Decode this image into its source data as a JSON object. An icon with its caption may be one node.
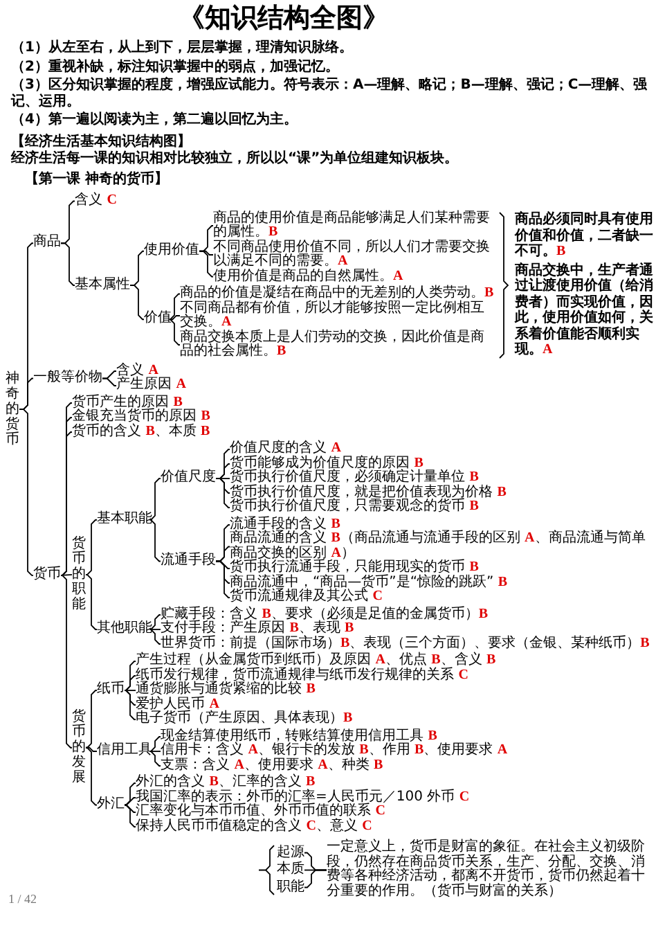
{
  "diagram": {
    "title": "《知识结构全图》",
    "nodes": [
      {
        "text": [
          "神奇的货币"
        ]
      },
      {
        "text": [
          "商品"
        ]
      },
      {
        "text": [
          "含义 **C**"
        ]
      },
      {
        "text": [
          "基本属性"
        ]
      },
      {
        "text": [
          "使用价值"
        ]
      },
      {
        "text": [
          "商品的使用价值是商品能够满足人们某种需要的属性。**B**"
        ]
      },
      {
        "text": [
          "不同商品使用价值不同，所以人们才需要交换以满足不同的需要。**A**"
        ]
      },
      {
        "text": [
          "使用价值是商品的自然属性。**A**"
        ]
      },
      {
        "text": [
          "价值"
        ]
      },
      {
        "text": [
          "商品的价值是凝结在商品中的无差别的人类劳动。**B**"
        ]
      },
      {
        "text": [
          "不同商品都有价值，所以才能够按照一定比例相互交换。**A**"
        ]
      },
      {
        "text": [
          "商品交换本质上是人们劳动的交换，因此价值是商品的社会属性。**B**"
        ]
      },
      {
        "text": [
          "一般等价物"
        ]
      },
      {
        "text": [
          "含义 **A**"
        ]
      },
      {
        "text": [
          "产生原因 **A**"
        ]
      },
      {
        "text": [
          "货币"
        ]
      },
      {
        "text": [
          "货币产生的原因 **B**"
        ]
      },
      {
        "text": [
          "金银充当货币的原因 **B**"
        ]
      },
      {
        "text": [
          "货币的含义 **B**、本质 **B**"
        ]
      },
      {
        "text": [
          "货币的职能"
        ]
      },
      {
        "text": [
          "基本职能"
        ]
      },
      {
        "text": [
          "价值尺度"
        ]
      },
      {
        "text": [
          "价值尺度的含义 **A**"
        ]
      },
      {
        "text": [
          "货币能够成为价值尺度的原因 **B**"
        ]
      },
      {
        "text": [
          "货币执行价值尺度，必须确定计量单位 **B**"
        ]
      },
      {
        "text": [
          "货币执行价值尺度，就是把价值表现为价格 **B**"
        ]
      },
      {
        "text": [
          "货币执行价值尺度，只需要观念的货币 **B**"
        ]
      },
      {
        "text": [
          "流通手段"
        ]
      },
      {
        "text": [
          "流通手段的含义 **B**"
        ]
      },
      {
        "text": [
          "商品流通的含义 **B**（商品流通与流通手段的区别 **A**、商品流通与简单商品交换的区别 **A**）"
        ]
      },
      {
        "text": [
          "货币执行流通手段，只能用现实的货币 **B**"
        ]
      },
      {
        "text": [
          "商品流通中，“商品—货币”是“惊险的跳跃” **B**"
        ]
      },
      {
        "text": [
          "货币流通规律及其公式 **C**"
        ]
      },
      {
        "text": [
          "其他职能"
        ]
      },
      {
        "text": [
          "贮藏手段：含义 **B**、要求（必须是足值的金属货币）**B**"
        ]
      },
      {
        "text": [
          "支付手段：产生原因 **B**、表现 **B**"
        ]
      },
      {
        "text": [
          "世界货币：前提（国际市场）**B**、表现（三个方面）、要求（金银、某种纸币）**B**"
        ]
      },
      {
        "text": [
          "货币的发展"
        ]
      },
      {
        "text": [
          "纸币"
        ]
      },
      {
        "text": [
          "产生过程（从金属货币到纸币）及原因 **A**、优点 **B**、含义 **B**"
        ]
      },
      {
        "text": [
          "纸币发行规律，货币流通规律与纸币发行规律的关系 **C**"
        ]
      },
      {
        "text": [
          "通货膨胀与通货紧缩的比较 **B**"
        ]
      },
      {
        "text": [
          "爱护人民币 **A**"
        ]
      },
      {
        "text": [
          "电子货币（产生原因、具体表现）**B**"
        ]
      },
      {
        "text": [
          "信用工具"
        ]
      },
      {
        "text": [
          "现金结算使用纸币，转账结算使用信用工具 **B**"
        ]
      },
      {
        "text": [
          "信用卡：含义 **A**、银行卡的发放 **B**、作用 **B**、使用要求 **A**"
        ]
      },
      {
        "text": [
          "支票：含义 **A**、使用要求 **A**、种类 **B**"
        ]
      },
      {
        "text": [
          "外汇"
        ]
      },
      {
        "text": [
          "外汇的含义 **B**、汇率的含义 **B**"
        ]
      },
      {
        "text": [
          "我国汇率的表示：外币的汇率=人民币元／100 外币 **C**"
        ]
      },
      {
        "text": [
          "汇率变化与本币币值、外币币值的联系 **C**"
        ]
      },
      {
        "text": [
          "保持人民币币值稳定的含义 **C**、意义 **C**"
        ]
      },
      {
        "text": [
          "起源"
        ]
      },
      {
        "text": [
          "本质"
        ]
      },
      {
        "text": [
          "职能"
        ]
      },
      {
        "text": [
          "一定意义上，货币是财富的象征。在社会主义初级阶段，仍然存在商品货币关系，生产、分配、交换、消费等各种经济活动，都离不开货币，货币仍然起着十分重要的作用。（货币与财富的关系）"
        ]
      }
    ],
    "edges": [
      {
        "from": 0,
        "to": 1,
        "arrow": "none"
      },
      {
        "from": 0,
        "to": 12,
        "arrow": "none"
      },
      {
        "from": 0,
        "to": 15,
        "arrow": "none"
      },
      {
        "from": 1,
        "to": 2,
        "arrow": "none"
      },
      {
        "from": 1,
        "to": 3,
        "arrow": "none"
      },
      {
        "from": 3,
        "to": 4,
        "arrow": "none"
      },
      {
        "from": 3,
        "to": 8,
        "arrow": "none"
      },
      {
        "from": 4,
        "to": 5,
        "arrow": "none"
      },
      {
        "from": 4,
        "to": 6,
        "arrow": "none"
      },
      {
        "from": 4,
        "to": 7,
        "arrow": "none"
      },
      {
        "from": 8,
        "to": 9,
        "arrow": "none"
      },
      {
        "from": 8,
        "to": 10,
        "arrow": "none"
      },
      {
        "from": 8,
        "to": 11,
        "arrow": "none"
      },
      {
        "from": 12,
        "to": 13,
        "arrow": "none"
      },
      {
        "from": 12,
        "to": 14,
        "arrow": "none"
      },
      {
        "from": 15,
        "to": 16,
        "arrow": "none"
      },
      {
        "from": 15,
        "to": 17,
        "arrow": "none"
      },
      {
        "from": 15,
        "to": 18,
        "arrow": "none"
      },
      {
        "from": 15,
        "to": 19,
        "arrow": "none"
      },
      {
        "from": 15,
        "to": 37,
        "arrow": "none"
      },
      {
        "from": 19,
        "to": 20,
        "arrow": "none"
      },
      {
        "from": 19,
        "to": 33,
        "arrow": "none"
      },
      {
        "from": 20,
        "to": 21,
        "arrow": "none"
      },
      {
        "from": 20,
        "to": 27,
        "arrow": "none"
      },
      {
        "from": 21,
        "to": 22,
        "arrow": "none"
      },
      {
        "from": 21,
        "to": 23,
        "arrow": "none"
      },
      {
        "from": 21,
        "to": 24,
        "arrow": "none"
      },
      {
        "from": 21,
        "to": 25,
        "arrow": "none"
      },
      {
        "from": 21,
        "to": 26,
        "arrow": "none"
      },
      {
        "from": 27,
        "to": 28,
        "arrow": "none"
      },
      {
        "from": 27,
        "to": 29,
        "arrow": "none"
      },
      {
        "from": 27,
        "to": 30,
        "arrow": "none"
      },
      {
        "from": 27,
        "to": 31,
        "arrow": "none"
      },
      {
        "from": 27,
        "to": 32,
        "arrow": "none"
      },
      {
        "from": 33,
        "to": 34,
        "arrow": "none"
      },
      {
        "from": 33,
        "to": 35,
        "arrow": "none"
      },
      {
        "from": 33,
        "to": 36,
        "arrow": "none"
      },
      {
        "from": 37,
        "to": 38,
        "arrow": "none"
      },
      {
        "from": 37,
        "to": 44,
        "arrow": "none"
      },
      {
        "from": 37,
        "to": 48,
        "arrow": "none"
      },
      {
        "from": 38,
        "to": 39,
        "arrow": "none"
      },
      {
        "from": 38,
        "to": 40,
        "arrow": "none"
      },
      {
        "from": 38,
        "to": 41,
        "arrow": "none"
      },
      {
        "from": 38,
        "to": 42,
        "arrow": "none"
      },
      {
        "from": 38,
        "to": 43,
        "arrow": "none"
      },
      {
        "from": 44,
        "to": 45,
        "arrow": "none"
      },
      {
        "from": 44,
        "to": 46,
        "arrow": "none"
      },
      {
        "from": 44,
        "to": 47,
        "arrow": "none"
      },
      {
        "from": 48,
        "to": 49,
        "arrow": "none"
      },
      {
        "from": 48,
        "to": 50,
        "arrow": "none"
      },
      {
        "from": 48,
        "to": 51,
        "arrow": "none"
      },
      {
        "from": 48,
        "to": 52,
        "arrow": "none"
      },
      {
        "from": 53,
        "to": 56,
        "arrow": "none"
      },
      {
        "from": 54,
        "to": 56,
        "arrow": "none"
      },
      {
        "from": 55,
        "to": 56,
        "arrow": "none"
      }
    ],
    "labels": [
      "（1）从左至右，从上到下，层层掌握，理清知识脉络。",
      "（2）重视补缺，标注知识掌握中的弱点，加强记忆。",
      "（3）区分知识掌握的程度，增强应试能力。符号表示：A—理解、略记；B—理解、强记；C—理解、强记、运用。",
      "（4）第一遍以阅读为主，第二遍以回忆为主。",
      "【经济生活基本知识结构图】",
      "经济生活每一课的知识相对比较独立，所以以“课”为单位组建知识板块。",
      "【第一课 神奇的货币】",
      "商品必须同时具有使用价值和价值，二者缺一不可。**B**",
      "商品交换中，生产者通过让渡使用价值（给消费者）而实现价值，因此，使用价值如何，关系着价值能否顺利实现。**A**",
      "1 / 42"
    ]
  }
}
